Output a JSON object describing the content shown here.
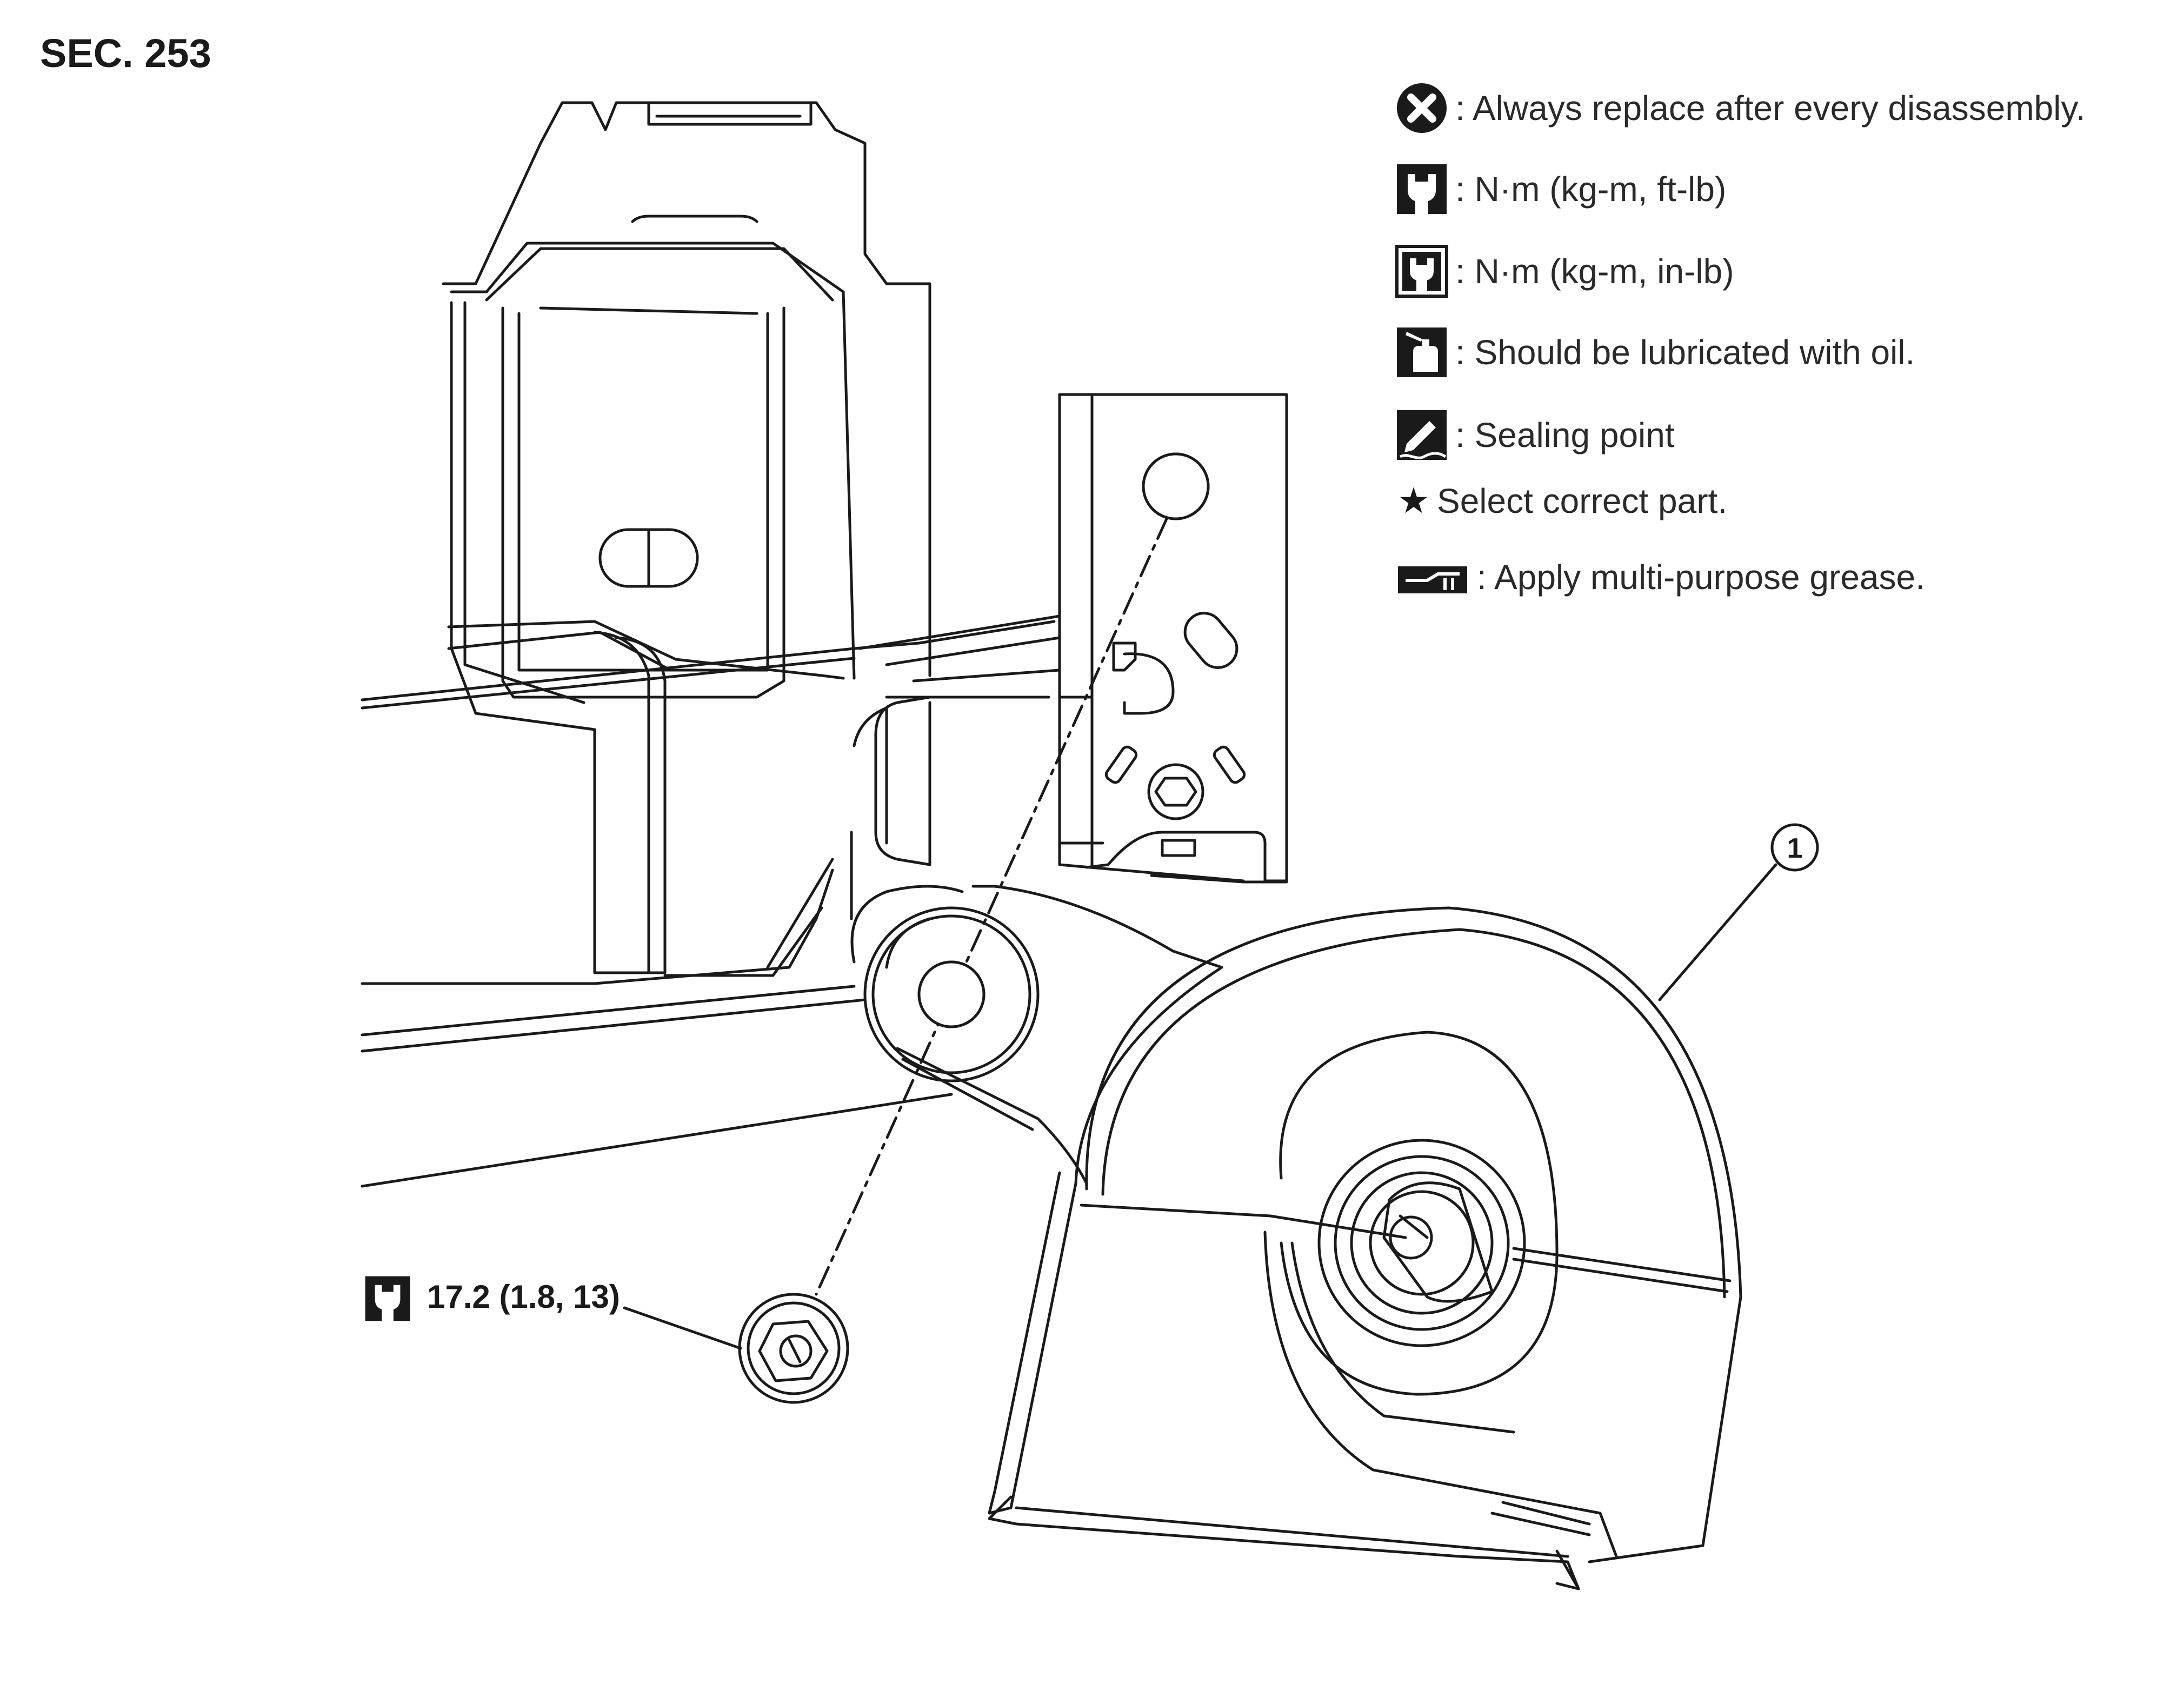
{
  "section_label": "SEC. 253",
  "legend": [
    {
      "icon": "always-replace-icon",
      "text": ": Always replace after every disassembly."
    },
    {
      "icon": "torque-ft-lb-icon",
      "text": ": N·m (kg-m, ft-lb)"
    },
    {
      "icon": "torque-in-lb-icon",
      "text": ": N·m (kg-m, in-lb)"
    },
    {
      "icon": "oil-can-icon",
      "text": ": Should be lubricated with oil."
    },
    {
      "icon": "sealing-point-icon",
      "text": ": Sealing point"
    },
    {
      "icon": "star-icon",
      "text": "Select correct part."
    },
    {
      "icon": "grease-gun-icon",
      "text": ": Apply multi-purpose grease."
    }
  ],
  "torque_spec": "17.2 (1.8, 13)",
  "callouts": [
    {
      "number": "1"
    }
  ],
  "colors": {
    "line": "#1a1a1a",
    "background": "#ffffff"
  }
}
